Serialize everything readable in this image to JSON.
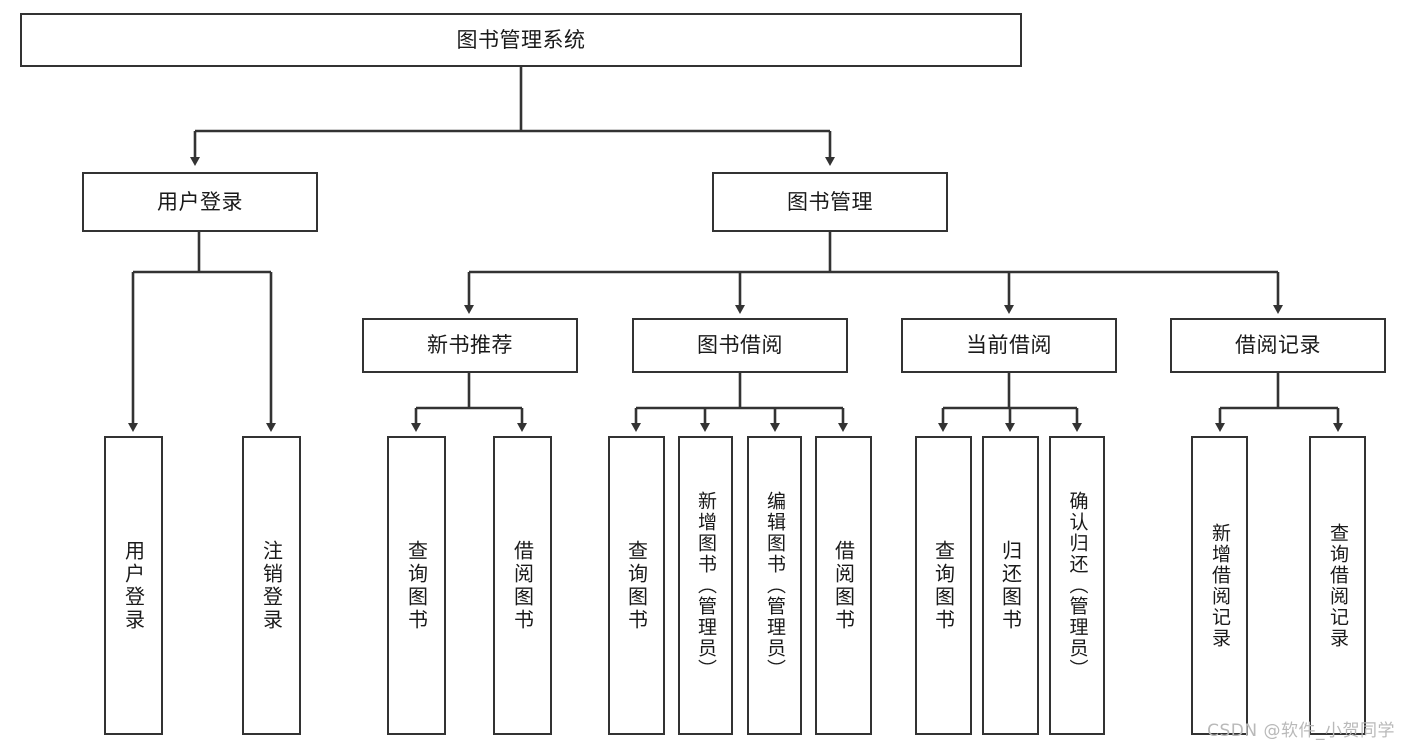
{
  "diagram": {
    "type": "tree",
    "title": "图书管理系统",
    "background_color": "#ffffff",
    "box_border_color": "#333333",
    "text_color": "#1a1a1a",
    "root": {
      "id": "root",
      "label": "图书管理系统",
      "orientation": "horizontal"
    },
    "level2": [
      {
        "id": "user-login",
        "label": "用户登录",
        "orientation": "horizontal"
      },
      {
        "id": "book-management",
        "label": "图书管理",
        "orientation": "horizontal"
      }
    ],
    "level3": [
      {
        "id": "new-book-recommend",
        "label": "新书推荐",
        "orientation": "horizontal"
      },
      {
        "id": "book-borrow",
        "label": "图书借阅",
        "orientation": "horizontal"
      },
      {
        "id": "current-borrow",
        "label": "当前借阅",
        "orientation": "horizontal"
      },
      {
        "id": "borrow-record",
        "label": "借阅记录",
        "orientation": "horizontal"
      }
    ],
    "leaves": {
      "user_login": [
        {
          "id": "leaf-user-login",
          "label": "用户登录",
          "orientation": "vertical"
        },
        {
          "id": "leaf-logout-login",
          "label": "注销登录",
          "orientation": "vertical"
        }
      ],
      "new_book_recommend": [
        {
          "id": "leaf-query-book-1",
          "label": "查询图书",
          "orientation": "vertical"
        },
        {
          "id": "leaf-borrow-book-1",
          "label": "借阅图书",
          "orientation": "vertical"
        }
      ],
      "book_borrow": [
        {
          "id": "leaf-query-book-2",
          "label": "查询图书",
          "orientation": "vertical"
        },
        {
          "id": "leaf-add-book-admin",
          "label": "新增图书（管理员）",
          "orientation": "vertical"
        },
        {
          "id": "leaf-edit-book-admin",
          "label": "编辑图书（管理员）",
          "orientation": "vertical"
        },
        {
          "id": "leaf-borrow-book-2",
          "label": "借阅图书",
          "orientation": "vertical"
        }
      ],
      "current_borrow": [
        {
          "id": "leaf-query-book-3",
          "label": "查询图书",
          "orientation": "vertical"
        },
        {
          "id": "leaf-return-book",
          "label": "归还图书",
          "orientation": "vertical"
        },
        {
          "id": "leaf-confirm-return-admin",
          "label": "确认归还（管理员）",
          "orientation": "vertical"
        }
      ],
      "borrow_record": [
        {
          "id": "leaf-add-borrow-record",
          "label": "新增借阅记录",
          "orientation": "vertical"
        },
        {
          "id": "leaf-query-borrow-record",
          "label": "查询借阅记录",
          "orientation": "vertical"
        }
      ]
    }
  },
  "watermark": {
    "text": "CSDN @软件_小贺同学",
    "color": "#b9b9b9"
  }
}
